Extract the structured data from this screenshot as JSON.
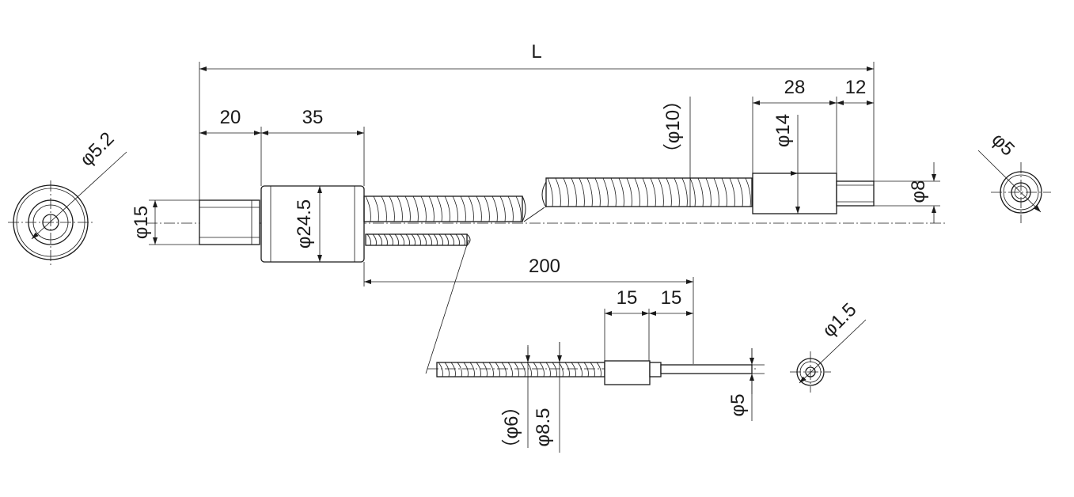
{
  "drawing": {
    "dims": {
      "total_length": "L",
      "nut_flange_len": "20",
      "nut_body_len": "35",
      "end_len_28": "28",
      "end_len_12": "12",
      "dia_10": "（φ10）",
      "dia_14": "φ14",
      "dia_8": "φ8",
      "dia_15": "φ15",
      "dia_24_5": "φ24.5",
      "dia_5_2": "φ5.2",
      "dia_5_top": "φ5",
      "len_200": "200",
      "len_15_a": "15",
      "len_15_b": "15",
      "dia_6": "（φ6）",
      "dia_8_5": "φ8.5",
      "dia_5_bottom": "φ5",
      "dia_1_5": "φ1.5"
    }
  }
}
